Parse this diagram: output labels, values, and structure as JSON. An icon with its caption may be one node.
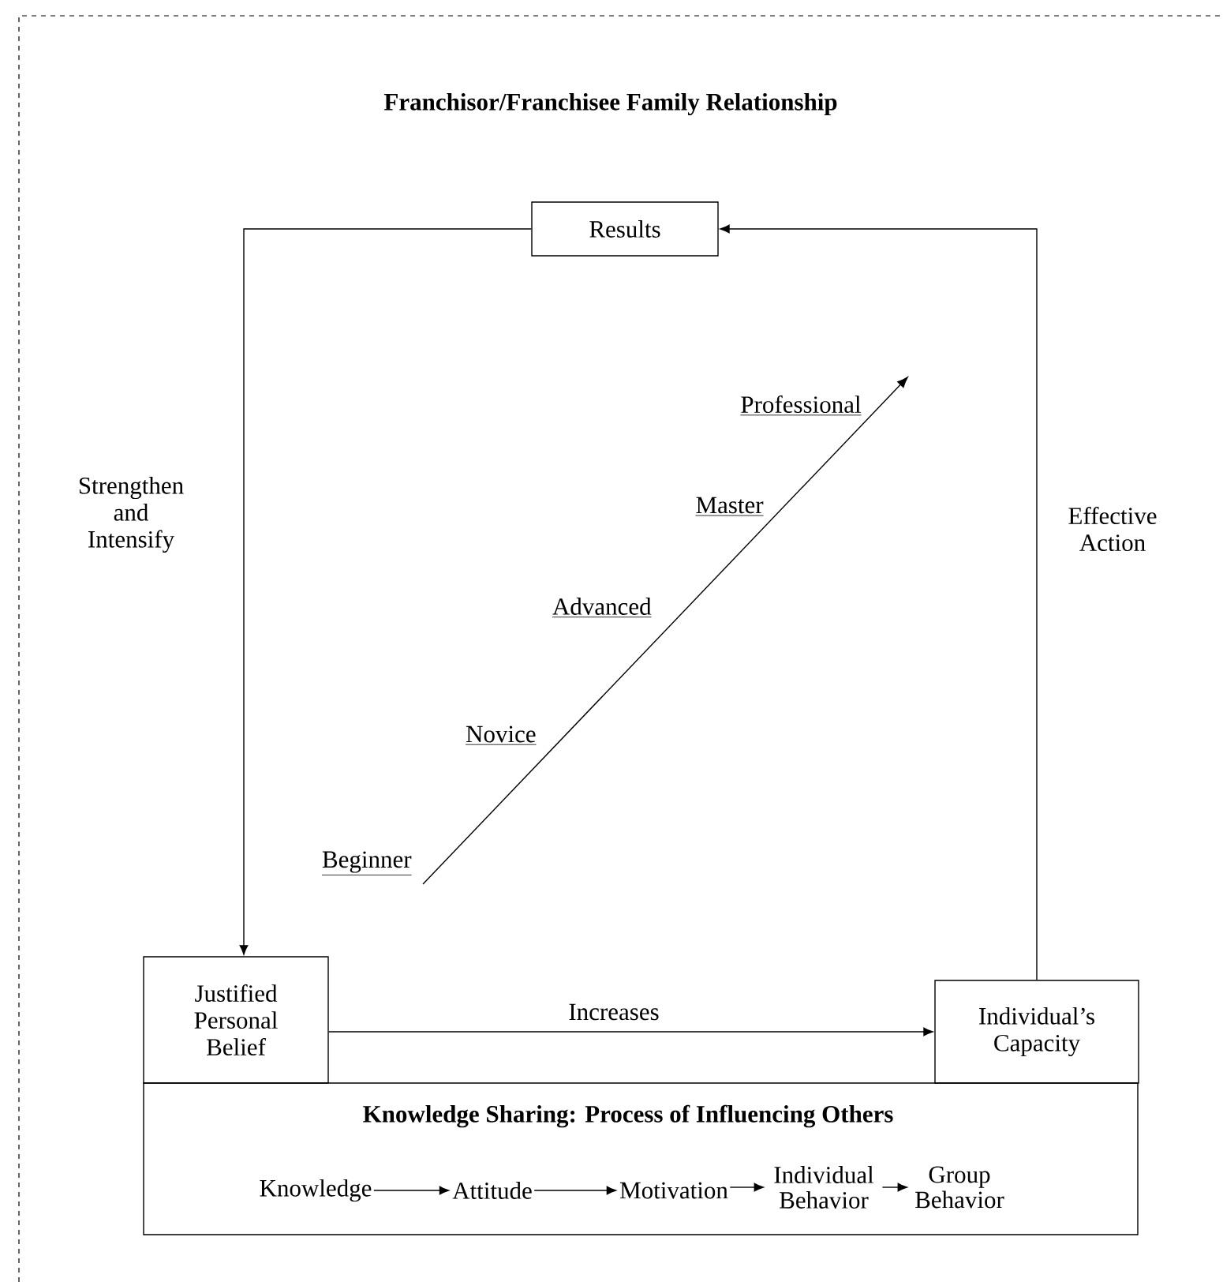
{
  "diagram": {
    "title": "Franchisor/Franchisee Family Relationship",
    "nodes": [
      {
        "text": [
          "Results"
        ]
      },
      {
        "text": [
          "Justified Personal Belief"
        ]
      },
      {
        "text": [
          "Individual’s Capacity"
        ]
      },
      {
        "text": [
          "Knowledge Sharing: Process of Influencing Others"
        ]
      },
      {
        "text": [
          "Knowledge"
        ],
        "in": 3
      },
      {
        "text": [
          "Attitude"
        ],
        "in": 3
      },
      {
        "text": [
          "Motivation"
        ],
        "in": 3
      },
      {
        "text": [
          "Individual Behavior"
        ],
        "in": 3
      },
      {
        "text": [
          "Group Behavior"
        ],
        "in": 3
      }
    ],
    "edges": [
      {
        "from": 0,
        "to": 1,
        "arrow": "to",
        "label": "Strengthen and Intensify"
      },
      {
        "from": 2,
        "to": 0,
        "arrow": "to",
        "label": "Effective Action"
      },
      {
        "from": 1,
        "to": 2,
        "arrow": "to",
        "label": "Increases"
      },
      {
        "from": 4,
        "to": 5,
        "arrow": "to"
      },
      {
        "from": 5,
        "to": 6,
        "arrow": "to"
      },
      {
        "from": 6,
        "to": 7,
        "arrow": "to"
      },
      {
        "from": 7,
        "to": 8,
        "arrow": "to"
      }
    ],
    "labels": [
      "Professional",
      "Master",
      "Advanced",
      "Novice",
      "Beginner"
    ]
  }
}
